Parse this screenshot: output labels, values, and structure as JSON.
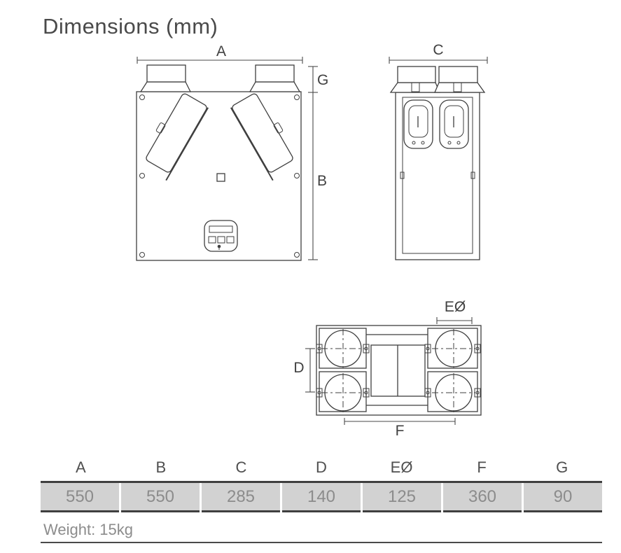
{
  "title": "Dimensions (mm)",
  "drawing": {
    "labels": {
      "a": "A",
      "b": "B",
      "c": "C",
      "d": "D",
      "e": "EØ",
      "f": "F",
      "g": "G"
    }
  },
  "table": {
    "headers": [
      "A",
      "B",
      "C",
      "D",
      "EØ",
      "F",
      "G"
    ],
    "values": [
      "550",
      "550",
      "285",
      "140",
      "125",
      "360",
      "90"
    ]
  },
  "weight_label": "Weight: 15kg",
  "colors": {
    "line": "#3f3f3f",
    "heading_text": "#4a4a4a",
    "value_text": "#8c8c8c",
    "row_fill": "#d2d2d2"
  }
}
